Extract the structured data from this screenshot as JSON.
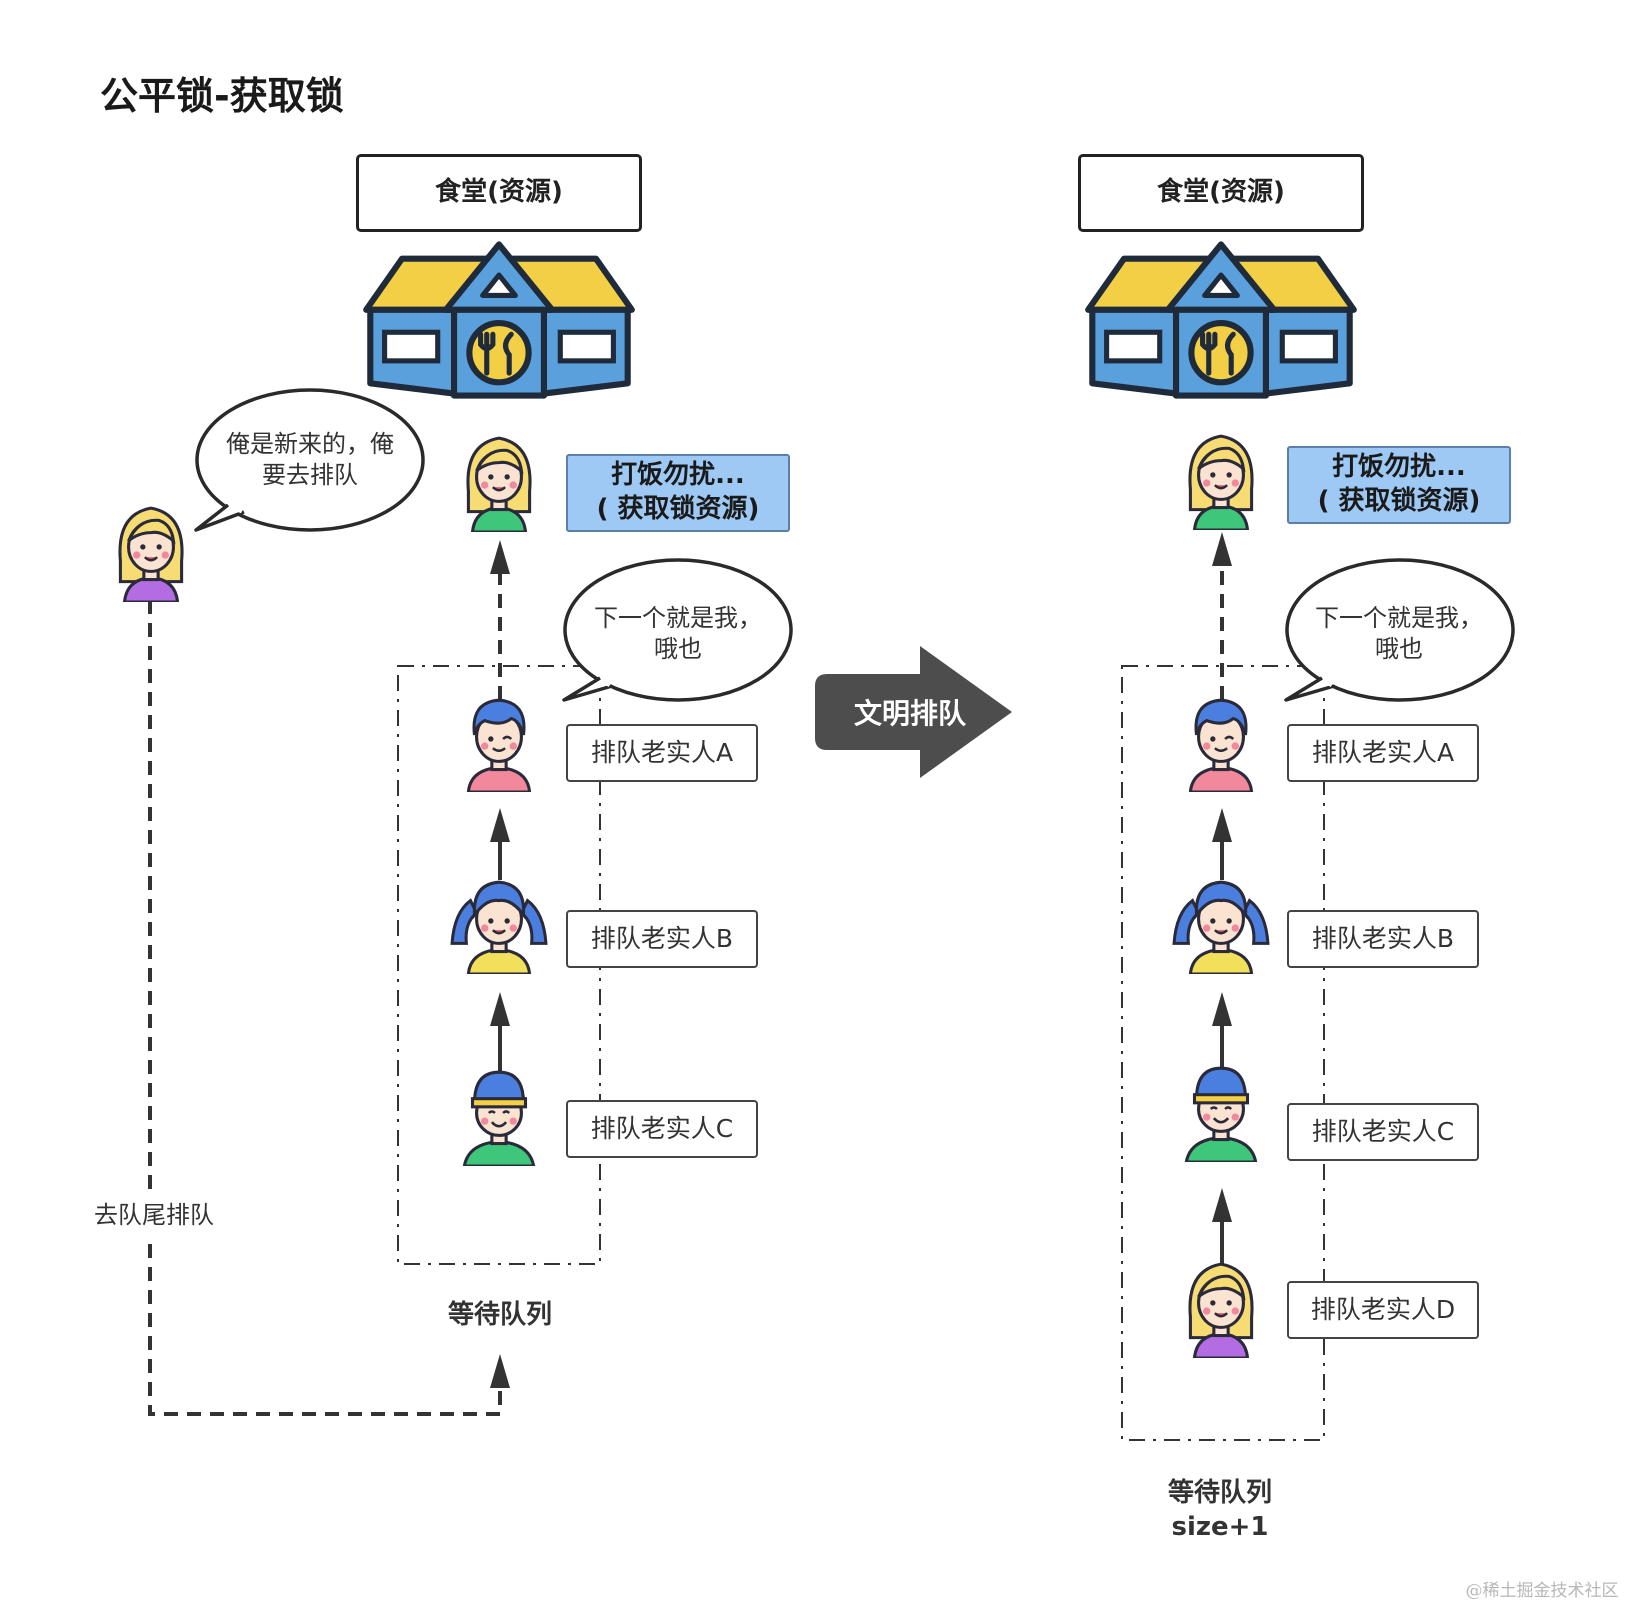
{
  "title": "公平锁-获取锁",
  "arrow_label": "文明排队",
  "left": {
    "resource_label": "食堂(资源)",
    "eating_label_l1": "打饭勿扰...",
    "eating_label_l2": "( 获取锁资源)",
    "newcomer_bubble_l1": "俺是新来的，俺",
    "newcomer_bubble_l2": "要去排队",
    "next_bubble_l1": "下一个就是我，",
    "next_bubble_l2": "哦也",
    "queue_people": [
      "排队老实人A",
      "排队老实人B",
      "排队老实人C"
    ],
    "queue_caption": "等待队列",
    "go_tail_label": "去队尾排队"
  },
  "right": {
    "resource_label": "食堂(资源)",
    "eating_label_l1": "打饭勿扰...",
    "eating_label_l2": "( 获取锁资源)",
    "next_bubble_l1": "下一个就是我，",
    "next_bubble_l2": "哦也",
    "queue_people": [
      "排队老实人A",
      "排队老实人B",
      "排队老实人C",
      "排队老实人D"
    ],
    "queue_caption_l1": "等待队列",
    "queue_caption_l2": "size+1"
  },
  "watermark": "@稀土掘金技术社区",
  "colors": {
    "label_blue": "#9ec9f5",
    "roof_yellow": "#f3cf45",
    "wall_blue": "#5aa0dc"
  }
}
